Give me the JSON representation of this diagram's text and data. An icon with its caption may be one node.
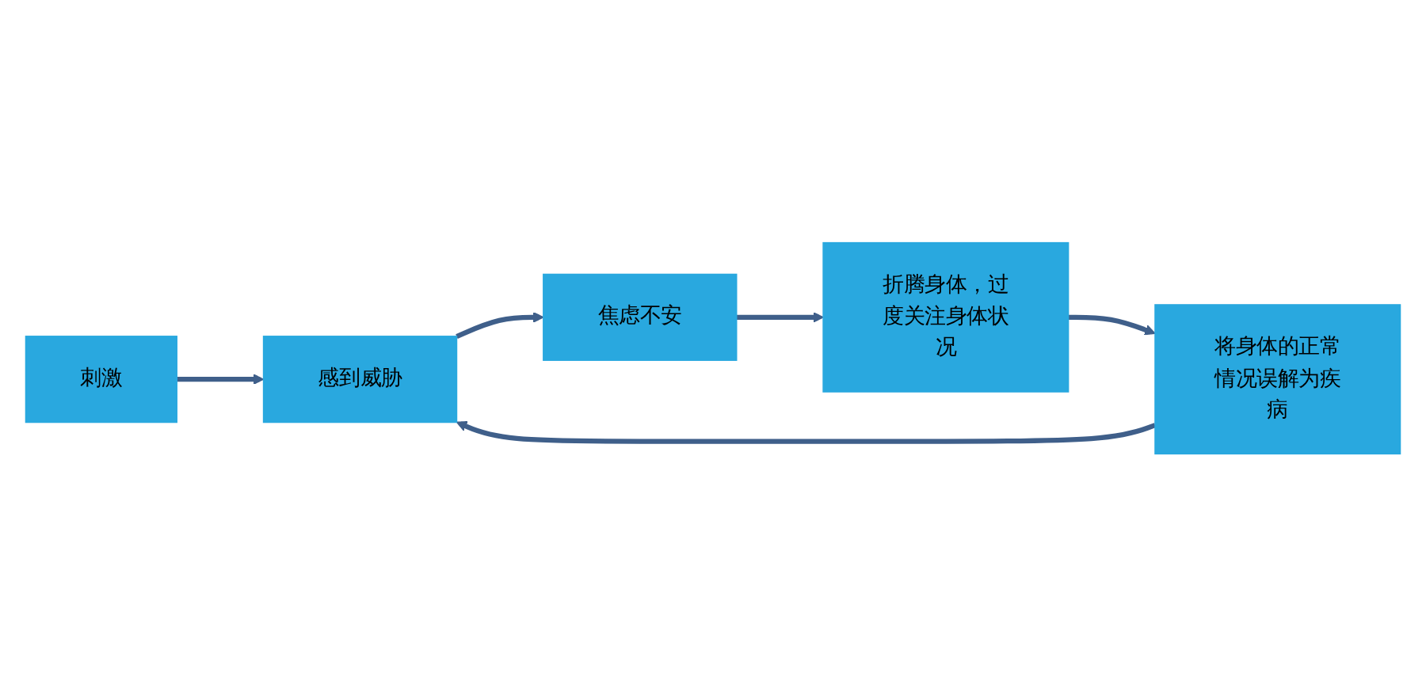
{
  "diagram": {
    "nodes": [
      {
        "text": [
          "刺激"
        ]
      },
      {
        "text": [
          "感到威胁"
        ]
      },
      {
        "text": [
          "焦虑不安"
        ]
      },
      {
        "text": [
          "折腾身体，过度关注身体状况"
        ]
      },
      {
        "text": [
          "将身体的正常情况误解为疾病"
        ]
      }
    ],
    "edges": [
      {
        "from": 0,
        "to": 1,
        "arrow": "to"
      },
      {
        "from": 1,
        "to": 2,
        "arrow": "to"
      },
      {
        "from": 2,
        "to": 3,
        "arrow": "to"
      },
      {
        "from": 3,
        "to": 4,
        "arrow": "to"
      },
      {
        "from": 4,
        "to": 1,
        "arrow": "to"
      }
    ]
  }
}
